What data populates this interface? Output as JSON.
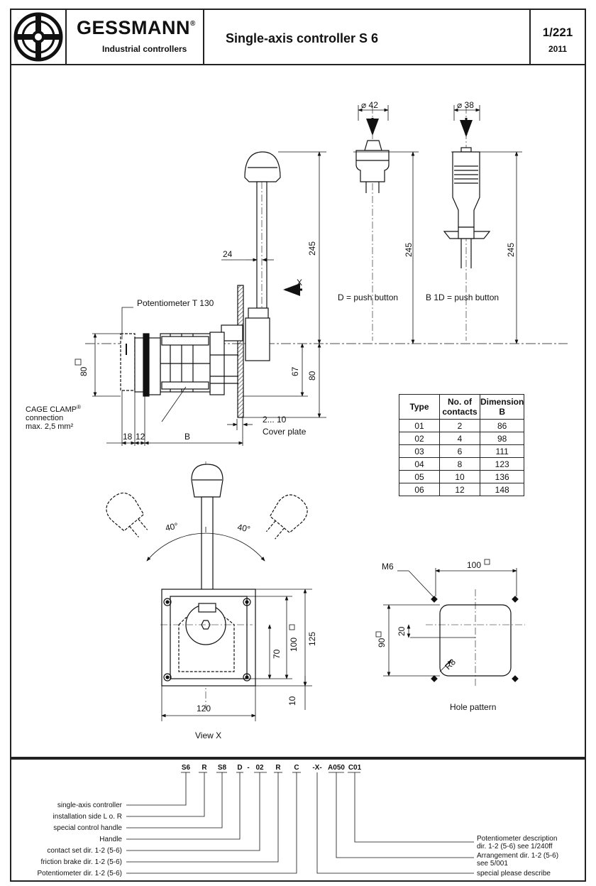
{
  "header": {
    "brand": "GESSMANN",
    "brand_mark": "®",
    "subtitle": "Industrial controllers",
    "title": "Single-axis controller S 6",
    "page_number": "1/221",
    "year": "2011"
  },
  "drawing": {
    "potentiometer_label": "Potentiometer T 130",
    "cage_clamp": "CAGE CLAMP",
    "cage_clamp_mark": "®",
    "connection": "connection",
    "max_section": "max. 2,5 mm²",
    "cover_plate": "Cover plate",
    "cover_range": "2... 10",
    "view_arrow_label": "X",
    "dim_24": "24",
    "dim_245_a": "245",
    "dim_245_b": "245",
    "dim_245_c": "245",
    "dim_67": "67",
    "dim_80_a": "80",
    "dim_80_b": "80",
    "dim_18": "18",
    "dim_12": "12",
    "dim_b": "B",
    "dim_d42": "⌀ 42",
    "dim_d38": "⌀ 38",
    "push_button_d": "D = push button",
    "push_button_b1d": "B 1D = push button",
    "angle_left": "40°",
    "angle_right": "40°",
    "dim_70": "70",
    "dim_100": "100",
    "dim_125": "125",
    "dim_120": "120",
    "dim_10": "10",
    "view_x": "View X",
    "m6": "M6",
    "dim_100_hole": "100",
    "dim_20": "20",
    "dim_90": "90",
    "r8": "R8",
    "hole_pattern": "Hole pattern"
  },
  "table": {
    "headers": [
      "Type",
      "No. of contacts",
      "Dimension B"
    ],
    "rows": [
      [
        "01",
        "2",
        "86"
      ],
      [
        "02",
        "4",
        "98"
      ],
      [
        "03",
        "6",
        "111"
      ],
      [
        "04",
        "8",
        "123"
      ],
      [
        "05",
        "10",
        "136"
      ],
      [
        "06",
        "12",
        "148"
      ]
    ]
  },
  "order_code": {
    "codes": [
      "S6",
      "R",
      "S8",
      "D",
      "-",
      "02",
      "R",
      "C",
      "-X-",
      "A050",
      "C01"
    ],
    "left_labels": [
      "single-axis controller",
      "installation side L o. R",
      "special control handle",
      "Handle",
      "contact set dir. 1-2 (5-6)",
      "friction brake dir. 1-2 (5-6)",
      "Potentiometer dir. 1-2 (5-6)"
    ],
    "right_labels": [
      "Potentiometer description",
      "dir. 1-2 (5-6) see 1/240ff",
      "Arrangement dir. 1-2 (5-6)",
      "see 5/001",
      "special please describe"
    ]
  }
}
